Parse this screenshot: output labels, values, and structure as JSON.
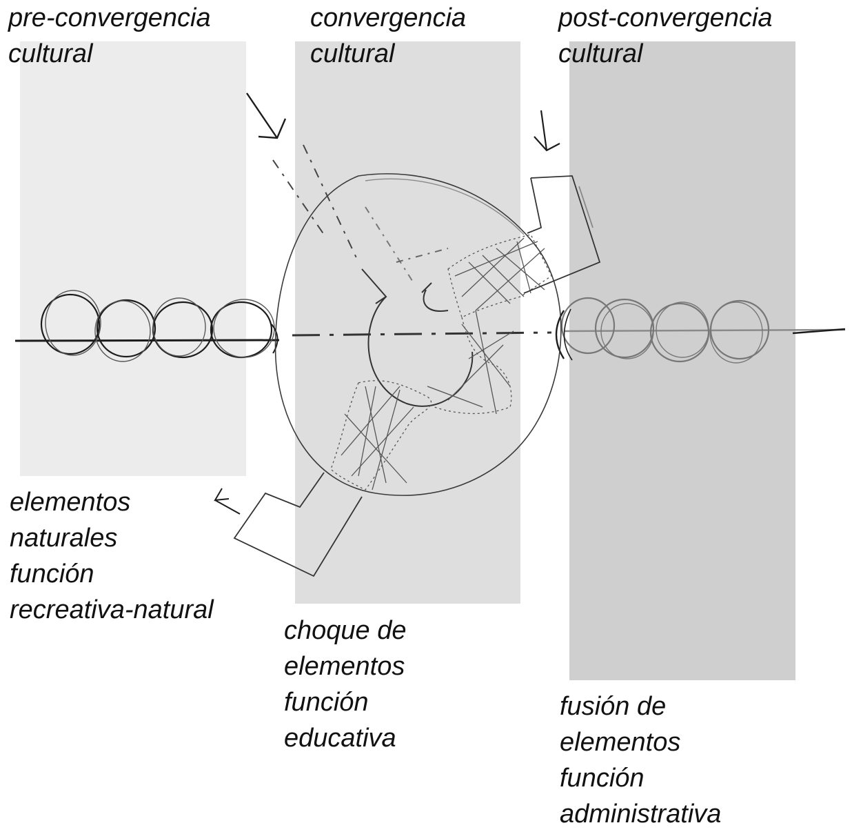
{
  "colors": {
    "background": "#ffffff",
    "band_pre": "#ececec",
    "band_conv": "#dedede",
    "band_post": "#cfcfcf",
    "ink_dark": "#1c1c1c",
    "ink_mid": "#3a3a3a",
    "ink_light": "#7a7a7a"
  },
  "headers": {
    "pre": {
      "line1": "pre-convergencia",
      "line2": "cultural"
    },
    "conv": {
      "line1": "convergencia",
      "line2": "cultural"
    },
    "post": {
      "line1": "post-convergencia",
      "line2": "cultural"
    }
  },
  "captions": {
    "pre": {
      "line1": "elementos",
      "line2": "naturales",
      "line3": "función",
      "line4": "recreativa-natural"
    },
    "conv": {
      "line1": "choque de",
      "line2": "elementos",
      "line3": "función",
      "line4": "educativa"
    },
    "post": {
      "line1": "fusión de",
      "line2": "elementos",
      "line3": "función",
      "line4": "administrativa"
    }
  }
}
